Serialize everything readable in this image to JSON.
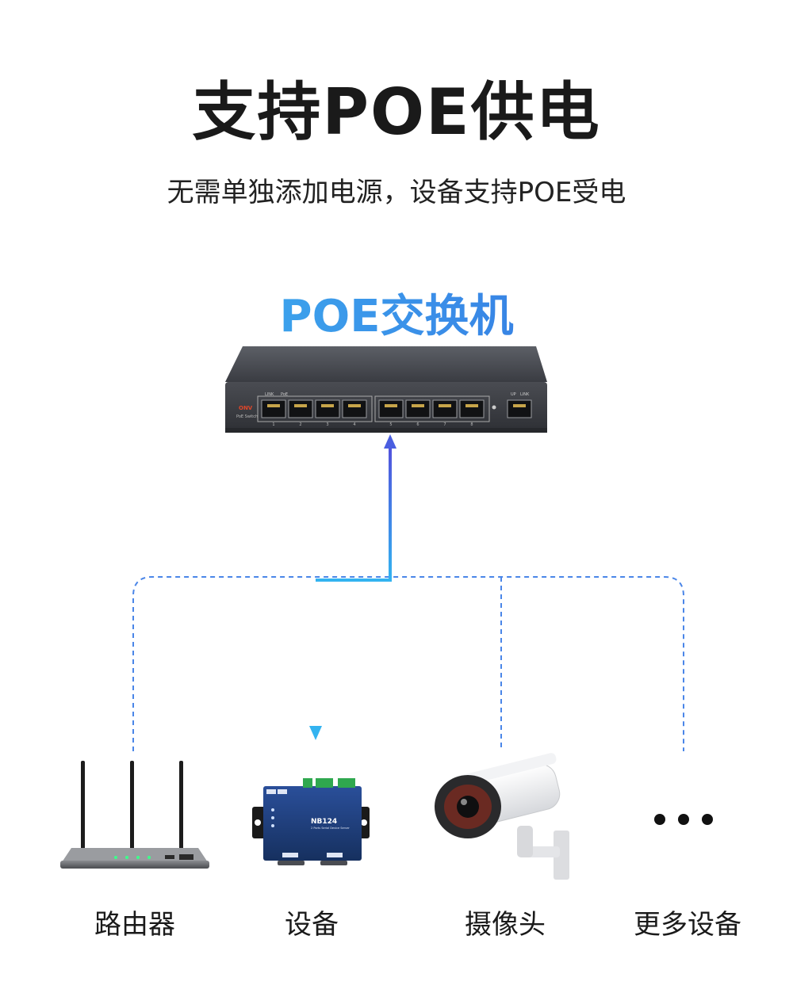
{
  "header": {
    "title": "支持POE供电",
    "subtitle": "无需单独添加电源，设备支持POE受电"
  },
  "switch": {
    "label": "POE交换机",
    "brand": "ONV",
    "sub_brand": "PoE Switch",
    "port_group_labels": [
      "LINK",
      "PoE",
      "UP",
      "LINK"
    ],
    "port_numbers": [
      "1",
      "2",
      "3",
      "4",
      "5",
      "6",
      "7",
      "8"
    ]
  },
  "devices": [
    {
      "label": "路由器",
      "icon": "router-icon"
    },
    {
      "label": "设备",
      "icon": "serial-device-server-icon",
      "model": "NB124",
      "model_sub": "2 Ports Serial Device Server"
    },
    {
      "label": "摄像头",
      "icon": "camera-icon"
    },
    {
      "label": "更多设备",
      "icon": "more-dots-icon"
    }
  ],
  "colors": {
    "accent_start": "#3ec3f2",
    "accent_end": "#2f63d9",
    "dashed_line": "#4a86e8",
    "arrow_top": "#3aa0ee",
    "arrow_bottom": "#5b55e0"
  }
}
